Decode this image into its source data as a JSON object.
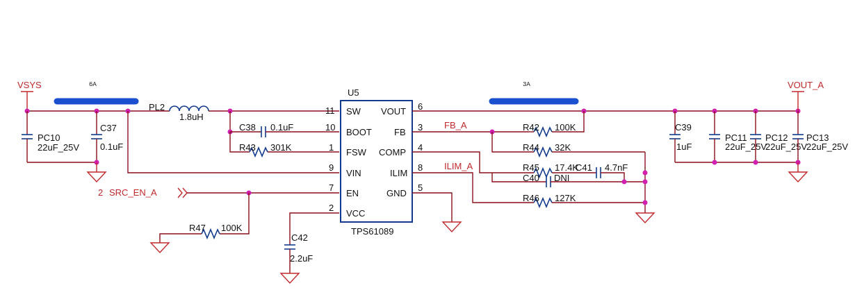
{
  "colors": {
    "wire": "#8b0f1a",
    "component": "#123a8c",
    "net_label": "#c0282b",
    "junction": "#d11fb0",
    "current_bar": "#1a4fd0"
  },
  "chip": {
    "refdes": "U5",
    "part": "TPS61089",
    "left_pins": [
      {
        "num": "11",
        "name": "SW"
      },
      {
        "num": "10",
        "name": "BOOT"
      },
      {
        "num": "1",
        "name": "FSW"
      },
      {
        "num": "9",
        "name": "VIN"
      },
      {
        "num": "7",
        "name": "EN"
      },
      {
        "num": "2",
        "name": "VCC"
      }
    ],
    "right_pins": [
      {
        "num": "6",
        "name": "VOUT"
      },
      {
        "num": "3",
        "name": "FB"
      },
      {
        "num": "4",
        "name": "COMP"
      },
      {
        "num": "8",
        "name": "ILIM"
      },
      {
        "num": "5",
        "name": "GND"
      }
    ]
  },
  "nets": {
    "vsys": "VSYS",
    "vout_a": "VOUT_A",
    "fb_a": "FB_A",
    "ilim_a": "ILIM_A",
    "src_en_a_num": "2",
    "src_en_a": "SRC_EN_A"
  },
  "current_labels": {
    "input": "6A",
    "output": "3A"
  },
  "components": {
    "pc10": {
      "ref": "PC10",
      "value": "22uF_25V"
    },
    "c37": {
      "ref": "C37",
      "value": "0.1uF"
    },
    "pl2": {
      "ref": "PL2",
      "value": "1.8uH"
    },
    "c38": {
      "ref": "C38",
      "value": "0.1uF"
    },
    "r43": {
      "ref": "R43",
      "value": "301K"
    },
    "r47": {
      "ref": "R47",
      "value": "100K"
    },
    "c42": {
      "ref": "C42",
      "value": "2.2uF"
    },
    "r42": {
      "ref": "R42",
      "value": "100K"
    },
    "r44": {
      "ref": "R44",
      "value": "32K"
    },
    "r45": {
      "ref": "R45",
      "value": "17.4K"
    },
    "c41": {
      "ref": "C41",
      "value": "4.7nF"
    },
    "c40": {
      "ref": "C40",
      "value": "DNI"
    },
    "r46": {
      "ref": "R46",
      "value": "127K"
    },
    "c39": {
      "ref": "C39",
      "value": "1uF"
    },
    "pc11": {
      "ref": "PC11",
      "value": "22uF_25V"
    },
    "pc12": {
      "ref": "PC12",
      "value": "22uF_25V"
    },
    "pc13": {
      "ref": "PC13",
      "value": "22uF_25V"
    }
  }
}
